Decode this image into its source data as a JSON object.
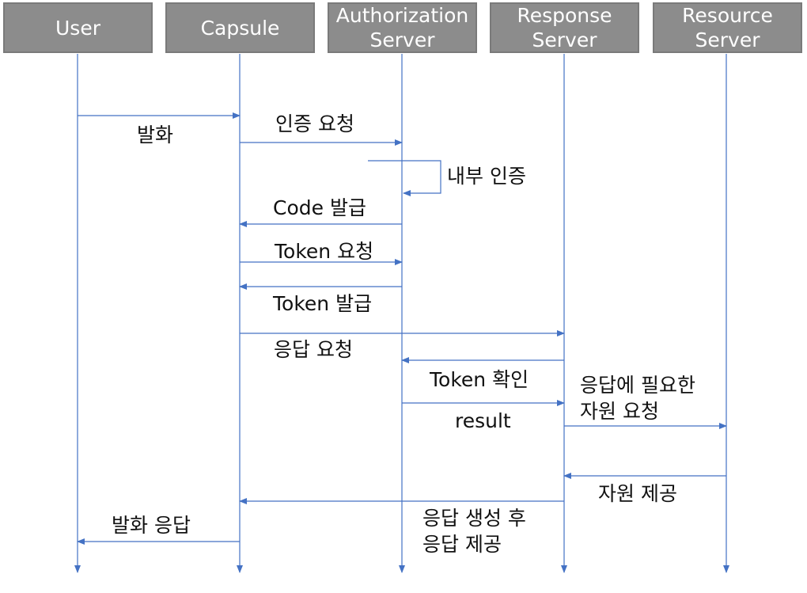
{
  "participants": [
    {
      "id": "user",
      "label": "User"
    },
    {
      "id": "capsule",
      "label": "Capsule"
    },
    {
      "id": "auth",
      "label": "Authorization\nServer"
    },
    {
      "id": "response",
      "label": "Response\nServer"
    },
    {
      "id": "resource",
      "label": "Resource\nServer"
    }
  ],
  "colors": {
    "line": "#4472c4",
    "header_fill": "#8c8c8c",
    "text": "#111111"
  },
  "messages": [
    {
      "from": "user",
      "to": "capsule",
      "label": "발화"
    },
    {
      "from": "capsule",
      "to": "auth",
      "label": "인증 요청"
    },
    {
      "from": "auth",
      "to": "auth",
      "label": "내부 인증"
    },
    {
      "from": "auth",
      "to": "capsule",
      "label": "Code 발급"
    },
    {
      "from": "capsule",
      "to": "auth",
      "label": "Token 요청"
    },
    {
      "from": "auth",
      "to": "capsule",
      "label": "Token 발급"
    },
    {
      "from": "capsule",
      "to": "response",
      "label": "응답 요청"
    },
    {
      "from": "response",
      "to": "auth",
      "label": "Token 확인"
    },
    {
      "from": "auth",
      "to": "response",
      "label": "result"
    },
    {
      "from": "response",
      "to": "resource",
      "label": "응답에 필요한\n자원 요청"
    },
    {
      "from": "resource",
      "to": "response",
      "label": "자원 제공"
    },
    {
      "from": "response",
      "to": "capsule",
      "label": "응답 생성 후\n응답 제공"
    },
    {
      "from": "capsule",
      "to": "user",
      "label": "발화 응답"
    }
  ]
}
